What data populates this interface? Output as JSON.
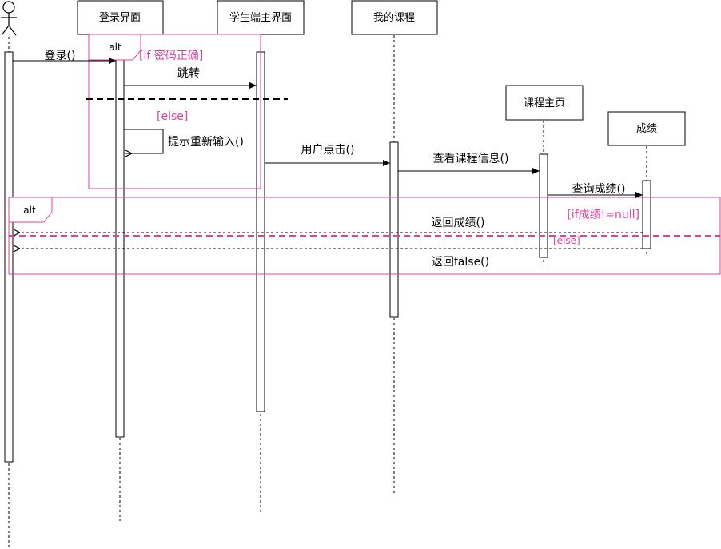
{
  "colors": {
    "frame": "#e0409e",
    "line": "#000000",
    "guard": "#e0409e"
  },
  "participants": {
    "actor": {
      "label": ""
    },
    "login": {
      "label": "登录界面"
    },
    "student_main": {
      "label": "学生端主界面"
    },
    "my_courses": {
      "label": "我的课程"
    },
    "course_home": {
      "label": "课程主页"
    },
    "grades": {
      "label": "成绩"
    }
  },
  "fragments": {
    "alt1": {
      "label": "alt",
      "guard_if": "[if 密码正确]",
      "guard_else": "[else]"
    },
    "alt2": {
      "label": "alt",
      "guard_if": "[if成绩!=null]",
      "guard_else": "[else]"
    }
  },
  "messages": {
    "login": "登录()",
    "jump": "跳转",
    "reprompt": "提示重新输入()",
    "user_click": "用户点击()",
    "view_course": "查看课程信息()",
    "query_grade": "查询成绩()",
    "return_grade": "返回成绩()",
    "return_false": "返回false()"
  }
}
